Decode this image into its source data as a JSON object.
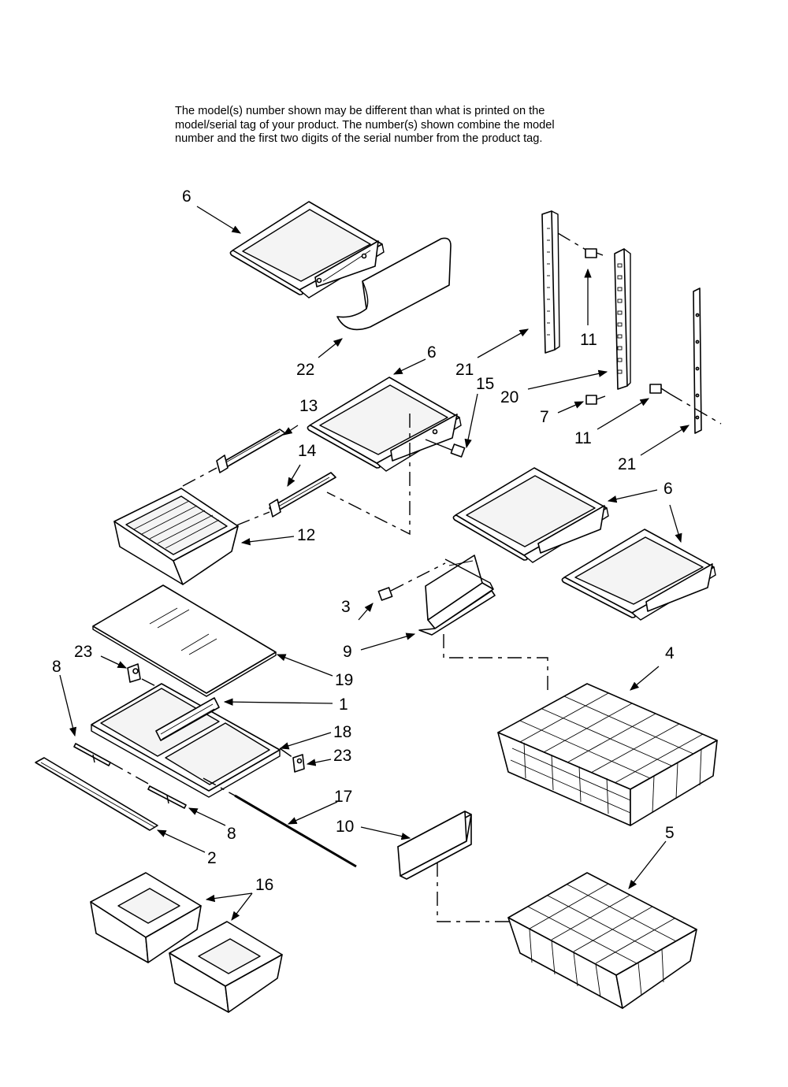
{
  "notice": {
    "line1": "The model(s) number shown may be different than what is printed on the",
    "line2": "model/serial tag of your product. The number(s) shown combine the model",
    "line3": "number and the first two digits of the serial number from the product tag."
  },
  "callouts": {
    "c6a": "6",
    "c22": "22",
    "c6b": "6",
    "c15": "15",
    "c21a": "21",
    "c11a": "11",
    "c20": "20",
    "c7": "7",
    "c11b": "11",
    "c21b": "21",
    "c13": "13",
    "c14": "14",
    "c12": "12",
    "c6c": "6",
    "c3": "3",
    "c9": "9",
    "c19": "19",
    "c23a": "23",
    "c8a": "8",
    "c1": "1",
    "c18": "18",
    "c23b": "23",
    "c4": "4",
    "c17": "17",
    "c10": "10",
    "c8b": "8",
    "c2": "2",
    "c5": "5",
    "c16": "16"
  }
}
